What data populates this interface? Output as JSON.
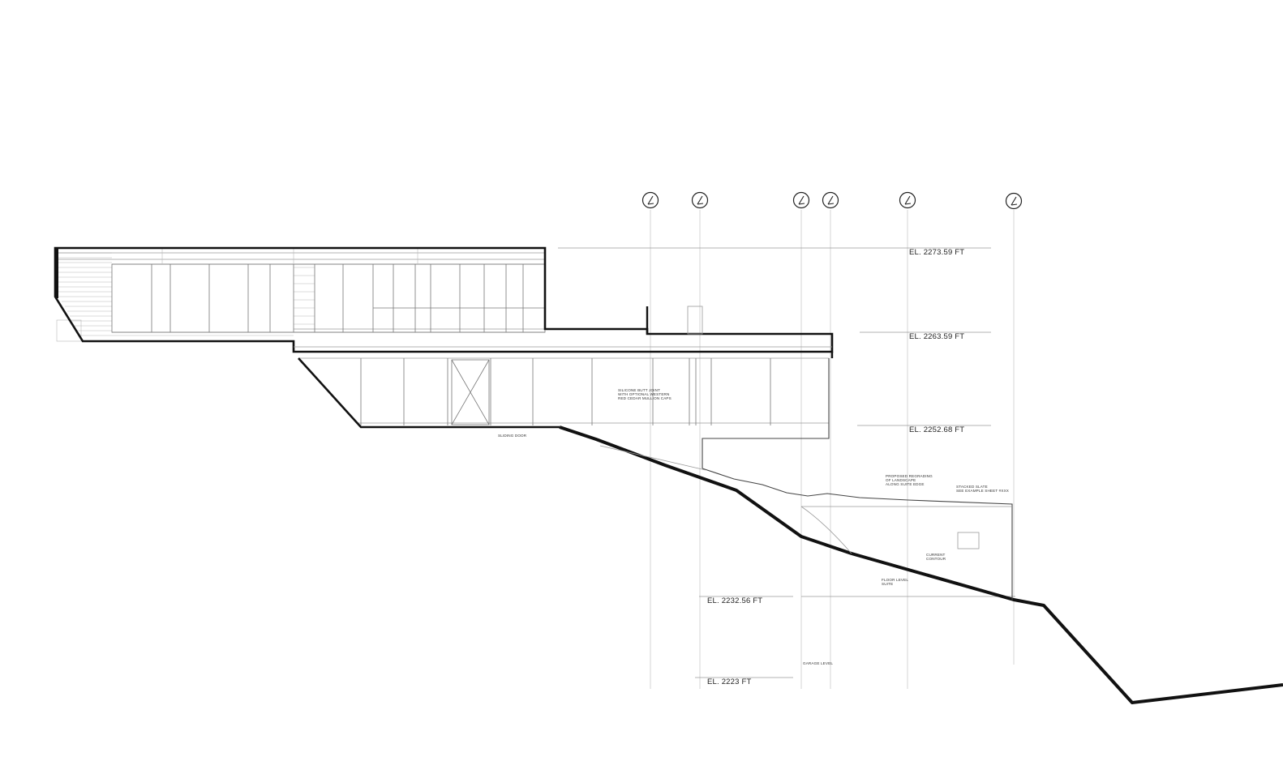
{
  "elevations": [
    {
      "id": "el-2273",
      "label": "EL. 2273.59 FT"
    },
    {
      "id": "el-2263",
      "label": "EL. 2263.59 FT"
    },
    {
      "id": "el-2252",
      "label": "EL. 2252.68 FT"
    },
    {
      "id": "el-2232",
      "label": "EL. 2232.56 FT"
    },
    {
      "id": "el-2223",
      "label": "EL. 2223 FT"
    }
  ],
  "annotations": {
    "silicone": [
      "SILICONE BUTT JOINT",
      "WITH OPTIONAL WESTERN",
      "RED CEDAR MULLION CAPS"
    ],
    "sliding_door": "SLIDING DOOR",
    "regrading": [
      "PROPOSED REGRADING",
      "OF LANDSCAPE",
      "ALONG SUITE EDGE"
    ],
    "stacked_slate": [
      "STACKED SLATE",
      "SEE EXAMPLE SHEET #XXX"
    ],
    "current_contour": [
      "CURRENT",
      "CONTOUR"
    ],
    "floor_level": [
      "FLOOR LEVEL",
      "SUITE"
    ],
    "garage_level": "GARAGE LEVEL"
  },
  "grid_markers": 6
}
